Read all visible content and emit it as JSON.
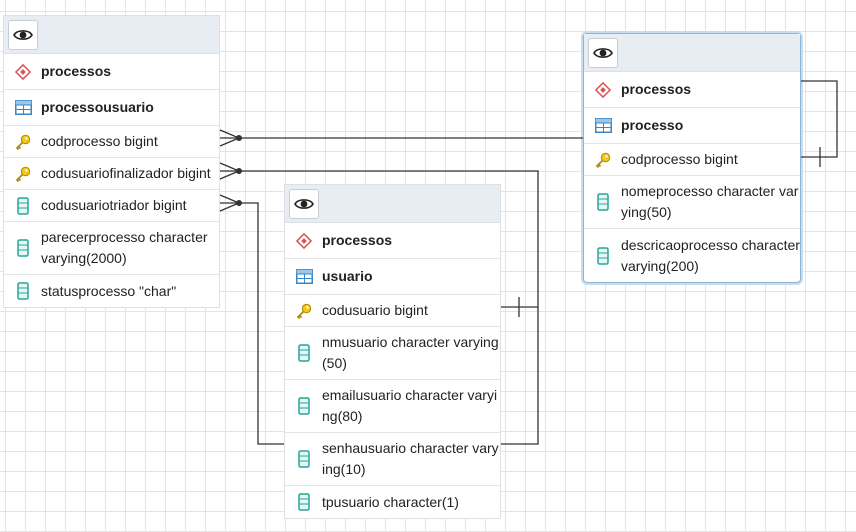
{
  "colors": {
    "grid": "#e4e4e4",
    "header_bg": "#e8edf3",
    "schema_icon": "#d9534f",
    "table_icon": "#3a86c8",
    "key_icon": "#e0b400",
    "column_icon": "#26a69a",
    "link_line": "#333333",
    "selected_border": "#8fb4d6"
  },
  "tables": {
    "processousuario": {
      "schema": "processos",
      "name": "processousuario",
      "columns": [
        {
          "text": "codprocesso bigint",
          "icon": "key-icon"
        },
        {
          "text": "codusuariofinalizador bigint",
          "icon": "key-icon"
        },
        {
          "text": "codusuariotriador bigint",
          "icon": "column-icon"
        },
        {
          "text": "parecerprocesso character varying(2000)",
          "icon": "column-icon"
        },
        {
          "text": "statusprocesso \"char\"",
          "icon": "column-icon"
        }
      ]
    },
    "usuario": {
      "schema": "processos",
      "name": "usuario",
      "columns": [
        {
          "text": "codusuario bigint",
          "icon": "key-icon"
        },
        {
          "text": "nmusuario character varying(50)",
          "icon": "column-icon"
        },
        {
          "text": "emailusuario character varying(80)",
          "icon": "column-icon"
        },
        {
          "text": "senhausuario character varying(10)",
          "icon": "column-icon"
        },
        {
          "text": "tpusuario character(1)",
          "icon": "column-icon"
        }
      ]
    },
    "processo": {
      "schema": "processos",
      "name": "processo",
      "columns": [
        {
          "text": "codprocesso bigint",
          "icon": "key-icon"
        },
        {
          "text": "nomeprocesso character varying(50)",
          "icon": "column-icon"
        },
        {
          "text": "descricaoprocesso character varying(200)",
          "icon": "column-icon"
        }
      ]
    }
  }
}
